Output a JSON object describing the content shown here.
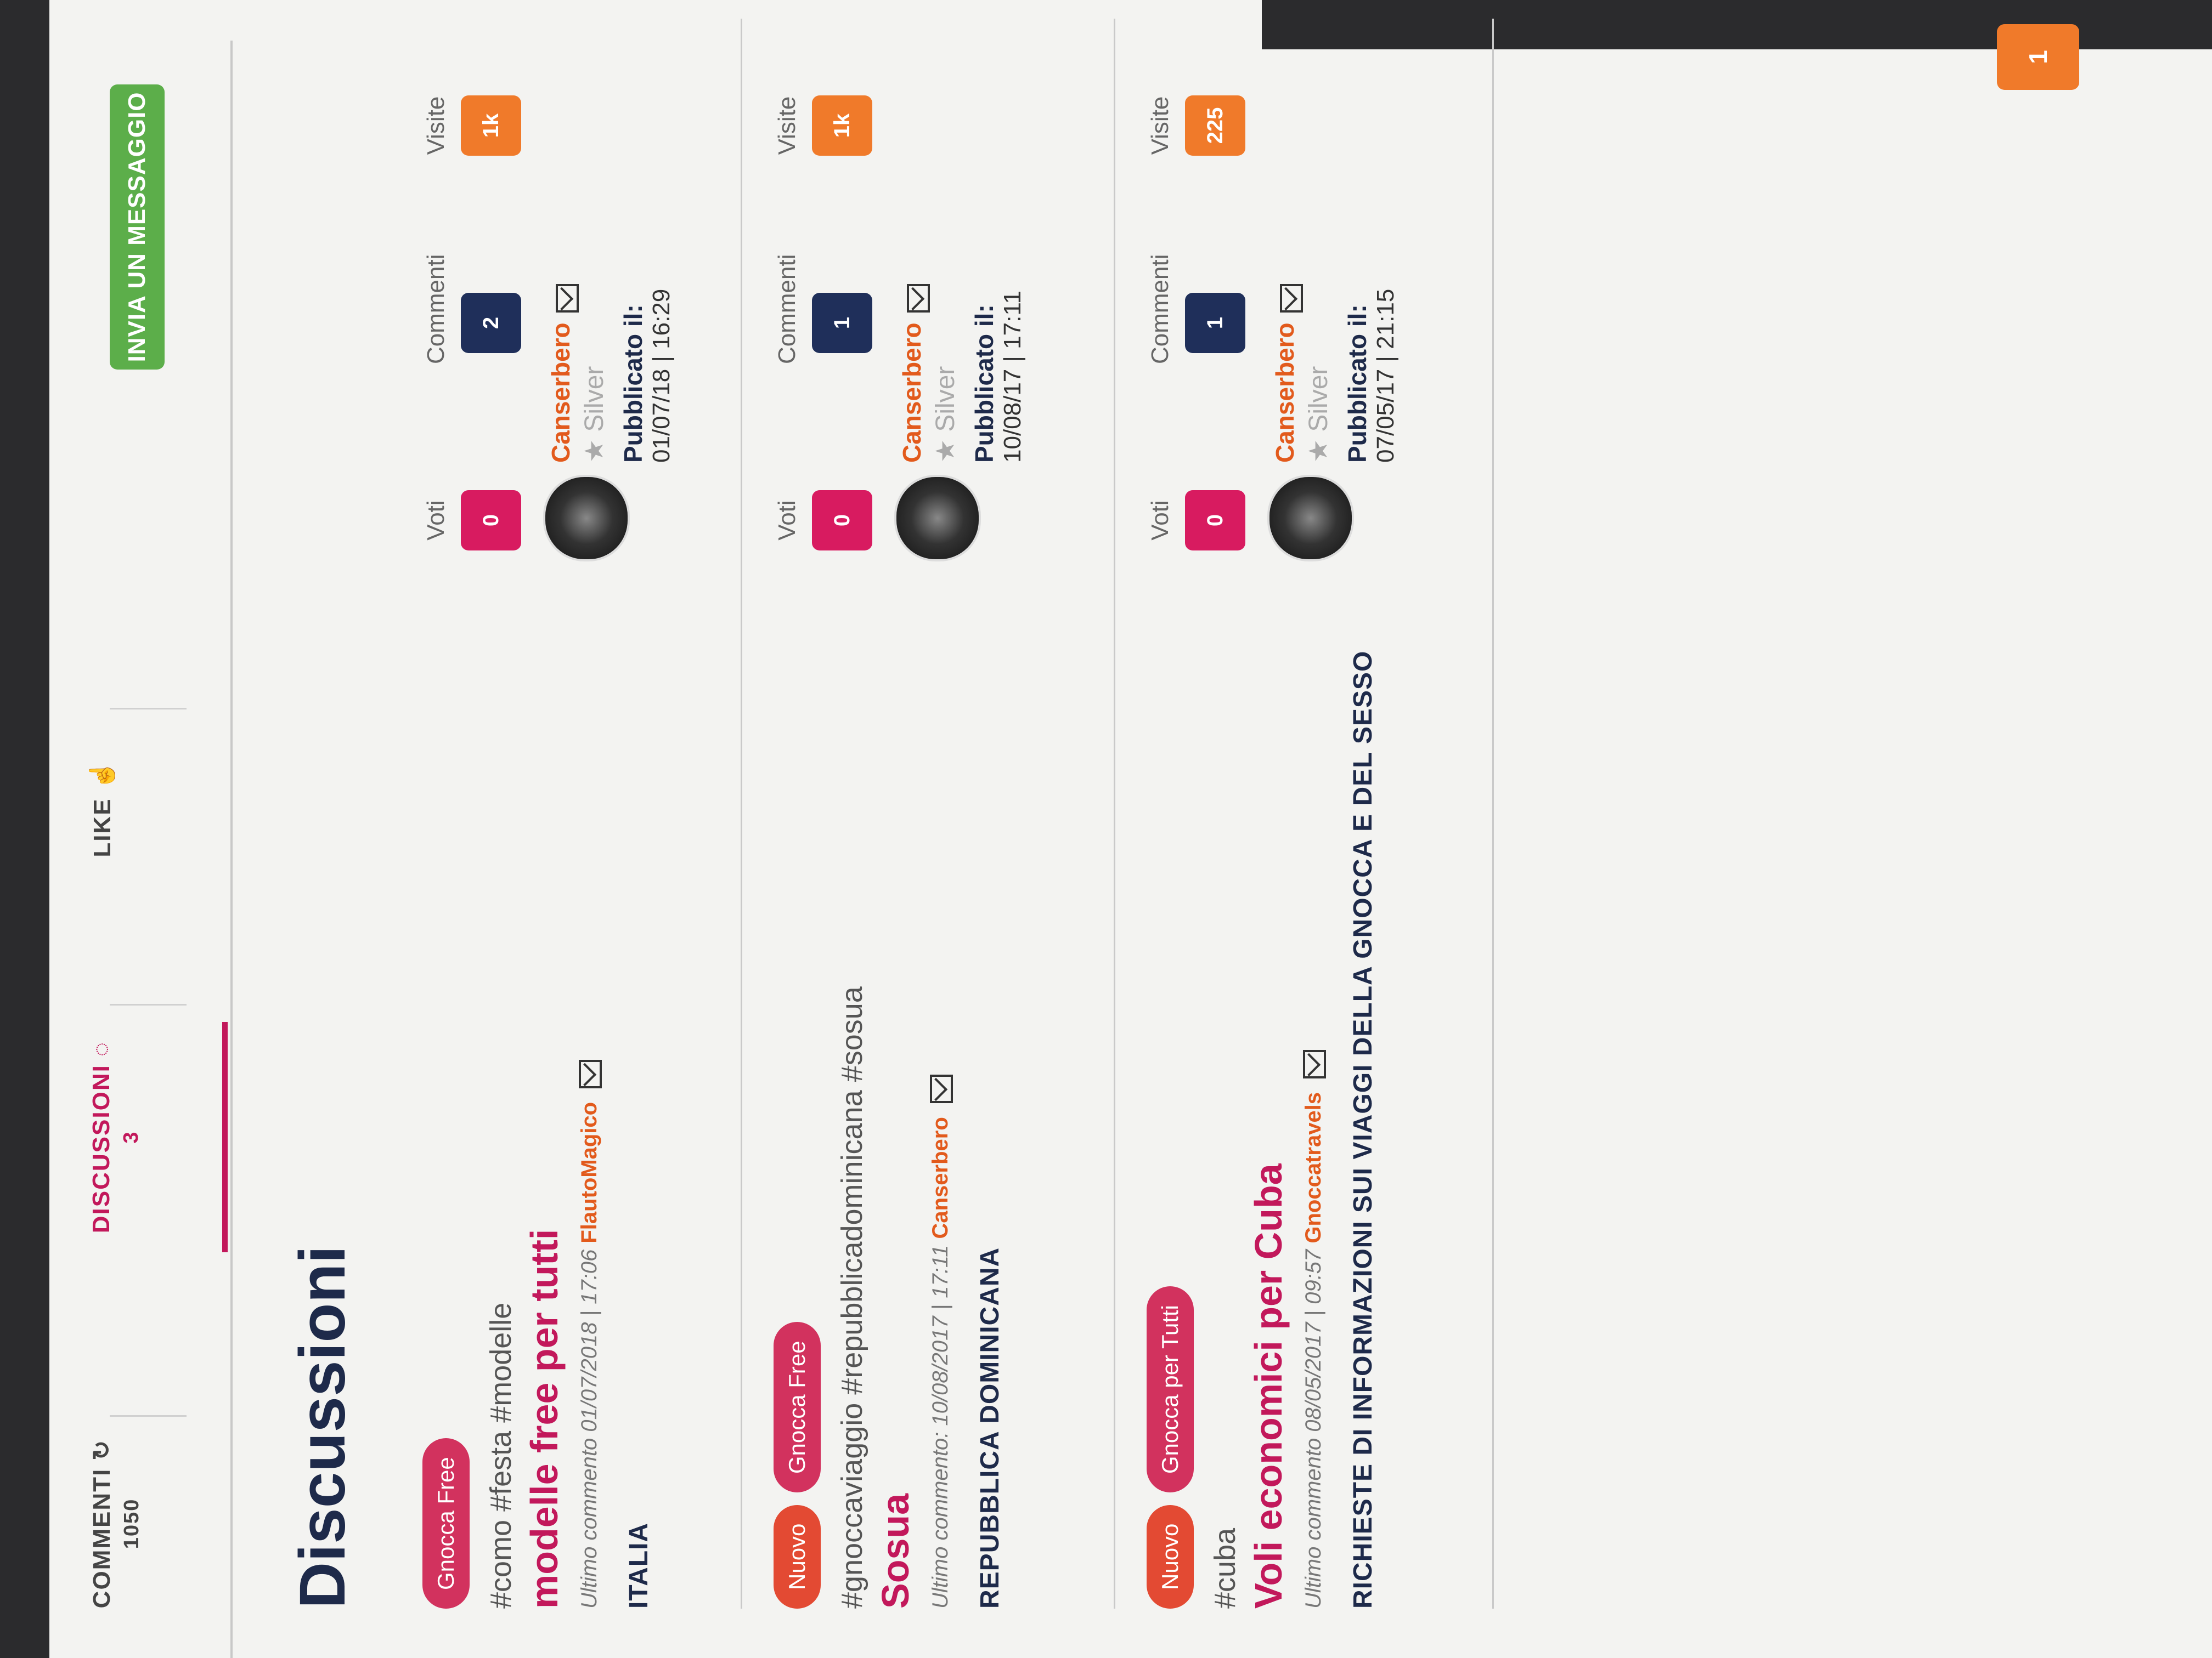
{
  "tabs": {
    "comments": {
      "label": "COMMENTI",
      "count": "1050",
      "icon": "speech-bubble-icon"
    },
    "discussions": {
      "label": "DISCUSSIONI",
      "count": "3",
      "icon": "speech-bubble-icon"
    },
    "like": {
      "label": "LIKE",
      "icon": "thumbs-up-icon"
    }
  },
  "send_button": "INVIA UN MESSAGGIO",
  "page_title": "Discussioni",
  "stat_labels": {
    "votes": "Voti",
    "comments": "Commenti",
    "visits": "Visite"
  },
  "discussions": [
    {
      "badges": [
        "Gnocca Free"
      ],
      "tags": "#como #festa #modelle",
      "title": "modelle free per tutti",
      "last_comment": "Ultimo commento 01/07/2018 | 17:06",
      "last_user": "FlautoMagico",
      "region": "ITALIA",
      "votes": "0",
      "comments": "2",
      "visits": "1k",
      "author": "Canserbero",
      "rank": "Silver",
      "published_label": "Pubblicato il:",
      "published": "01/07/18 | 16:29"
    },
    {
      "badges": [
        "Nuovo",
        "Gnocca Free"
      ],
      "tags": "#gnoccaviaggio #repubblicadominicana #sosua",
      "title": "Sosua",
      "last_comment": "Ultimo commento: 10/08/2017 | 17:11",
      "last_user": "Canserbero",
      "region": "REPUBBLICA DOMINICANA",
      "votes": "0",
      "comments": "1",
      "visits": "1k",
      "author": "Canserbero",
      "rank": "Silver",
      "published_label": "Pubblicato il:",
      "published": "10/08/17 | 17:11"
    },
    {
      "badges": [
        "Nuovo",
        "Gnocca per Tutti"
      ],
      "tags": "#cuba",
      "title": "Voli economici per Cuba",
      "last_comment": "Ultimo commento 08/05/2017 | 09:57",
      "last_user": "Gnoccatravels",
      "region": "RICHIESTE DI INFORMAZIONI SUI VIAGGI DELLA GNOCCA E DEL SESSO",
      "votes": "0",
      "comments": "1",
      "visits": "225",
      "author": "Canserbero",
      "rank": "Silver",
      "published_label": "Pubblicato il:",
      "published": "07/05/17 | 21:15"
    }
  ],
  "pagination": {
    "current": "1"
  }
}
